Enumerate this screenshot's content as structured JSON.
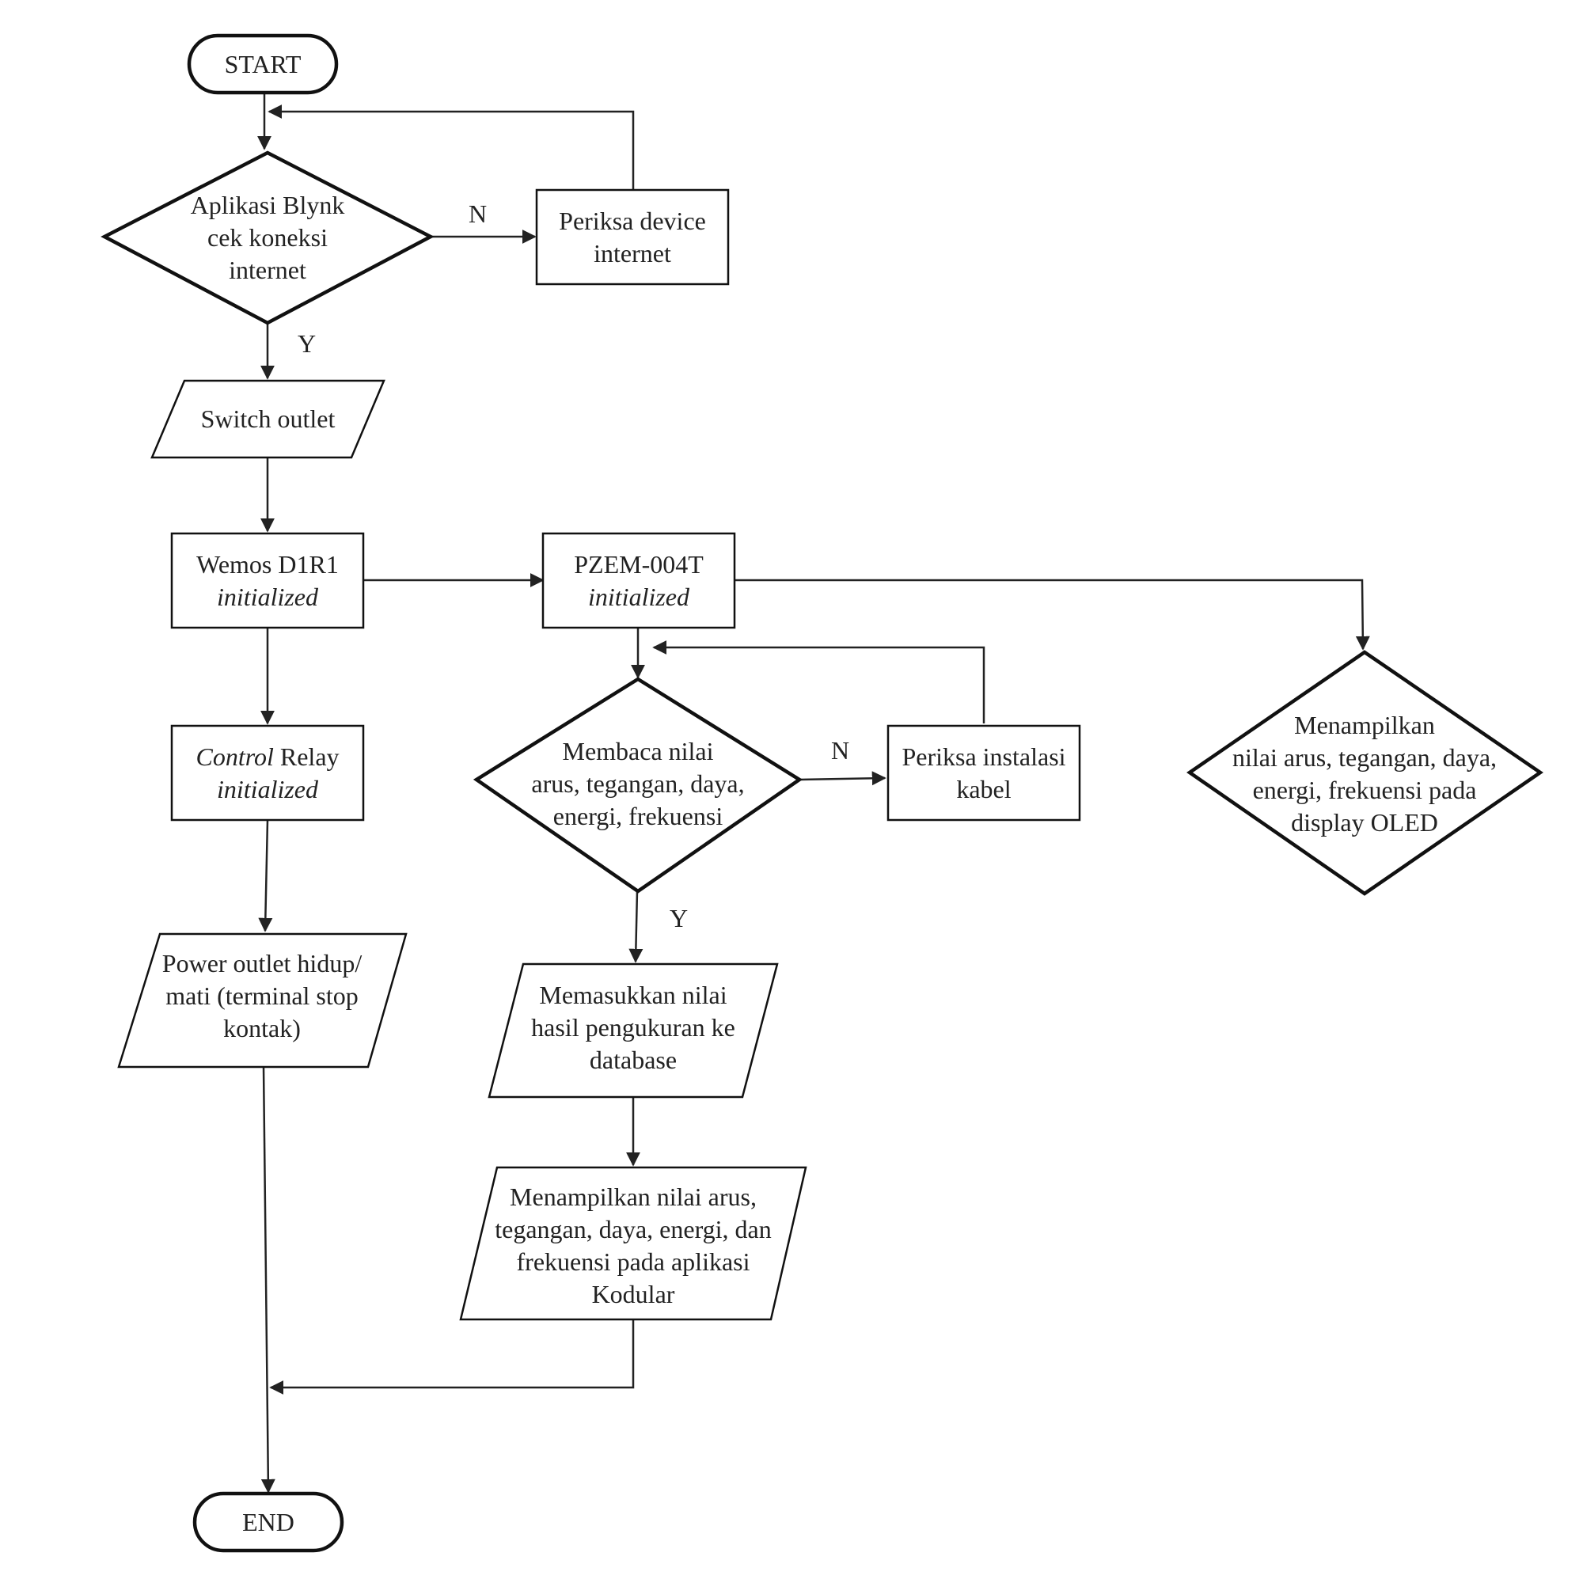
{
  "nodes": {
    "start": "START",
    "blynk_check": [
      "Aplikasi Blynk",
      "cek koneksi",
      "internet"
    ],
    "check_device": [
      "Periksa device",
      "internet"
    ],
    "switch_outlet": "Switch outlet",
    "wemos": [
      "Wemos D1R1",
      "initialized"
    ],
    "pzem": [
      "PZEM-004T",
      "initialized"
    ],
    "relay": [
      "Control",
      " Relay",
      "initialized"
    ],
    "read_values": [
      "Membaca nilai",
      "arus, tegangan, daya,",
      "energi, frekuensi"
    ],
    "check_cable": [
      "Periksa instalasi",
      "kabel"
    ],
    "oled_display": [
      "Menampilkan",
      "nilai arus, tegangan, daya,",
      "energi, frekuensi pada",
      "display OLED"
    ],
    "power_outlet": [
      "Power outlet hidup/",
      "mati (terminal stop",
      "kontak)"
    ],
    "database": [
      "Memasukkan nilai",
      "hasil pengukuran ke",
      "database"
    ],
    "kodular": [
      "Menampilkan nilai arus,",
      "tegangan, daya, energi, dan",
      "frekuensi pada aplikasi",
      "Kodular"
    ],
    "end": "END"
  },
  "branches": {
    "blynk_no": "N",
    "blynk_yes": "Y",
    "read_no": "N",
    "read_yes": "Y"
  }
}
